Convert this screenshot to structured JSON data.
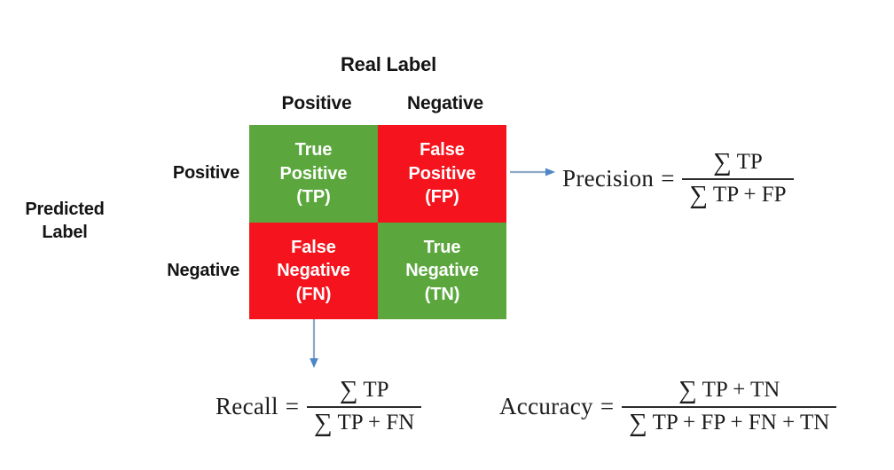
{
  "diagram": {
    "title": "Real Label",
    "predicted_label": "Predicted\nLabel",
    "predicted_label_line1": "Predicted",
    "predicted_label_line2": "Label",
    "column_headers": [
      "Positive",
      "Negative"
    ],
    "row_headers": [
      "Positive",
      "Negative"
    ],
    "colors": {
      "green": "#5BA73E",
      "red": "#F5141E",
      "arrow": "#8DA9C4",
      "text": "#141414",
      "cell_text": "#FFFFFF"
    },
    "cells": [
      {
        "id": "true-positive",
        "line1": "True",
        "line2": "Positive",
        "abbrev": "(TP)",
        "color": "green",
        "row": "Positive",
        "column": "Positive"
      },
      {
        "id": "false-positive",
        "line1": "False",
        "line2": "Positive",
        "abbrev": "(FP)",
        "color": "red",
        "row": "Positive",
        "column": "Negative"
      },
      {
        "id": "false-negative",
        "line1": "False",
        "line2": "Negative",
        "abbrev": "(FN)",
        "color": "red",
        "row": "Negative",
        "column": "Positive"
      },
      {
        "id": "true-negative",
        "line1": "True",
        "line2": "Negative",
        "abbrev": "(TN)",
        "color": "green",
        "row": "Negative",
        "column": "Negative"
      }
    ],
    "arrows": [
      {
        "id": "arrow-to-precision",
        "direction": "right",
        "from": "false-positive",
        "to": "precision-formula"
      },
      {
        "id": "arrow-to-recall",
        "direction": "down",
        "from": "false-negative",
        "to": "recall-formula"
      }
    ],
    "formulas": [
      {
        "id": "precision",
        "name": "Precision",
        "equals": "=",
        "numerator_sigma": "∑",
        "numerator": "TP",
        "denominator_sigma": "∑",
        "denominator": "TP + FP"
      },
      {
        "id": "recall",
        "name": "Recall",
        "equals": "=",
        "numerator_sigma": "∑",
        "numerator": "TP",
        "denominator_sigma": "∑",
        "denominator": "TP + FN"
      },
      {
        "id": "accuracy",
        "name": "Accuracy",
        "equals": "=",
        "numerator_sigma": "∑",
        "numerator": "TP + TN",
        "denominator_sigma": "∑",
        "denominator": "TP + FP + FN + TN"
      }
    ]
  }
}
